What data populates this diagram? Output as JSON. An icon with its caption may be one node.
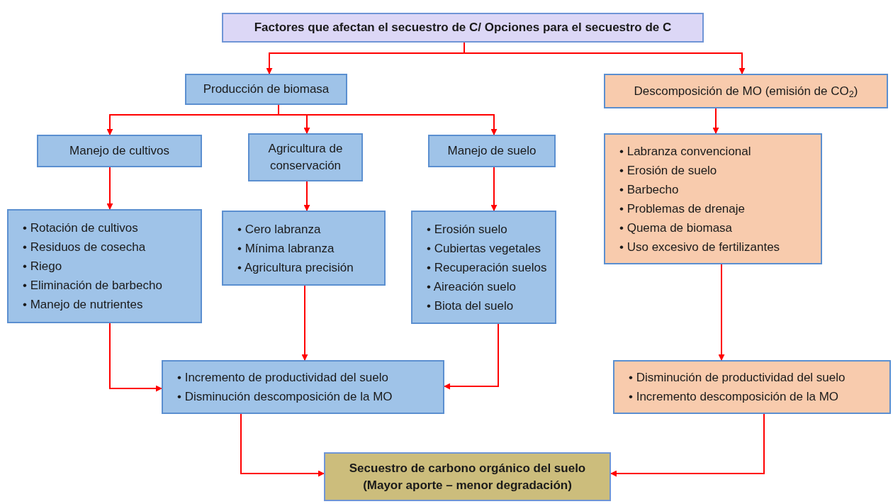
{
  "diagram": {
    "nodes": [
      {
        "text": [
          "Factores que afectan el secuestro de C/ Opciones para el secuestro de C"
        ]
      },
      {
        "text": [
          "Producción de biomasa"
        ]
      },
      {
        "text": [
          "Descomposición de MO (emisión de CO$_{2}$)"
        ]
      },
      {
        "text": [
          "Manejo de cultivos"
        ]
      },
      {
        "text": [
          "Agricultura de conservación"
        ]
      },
      {
        "text": [
          "Manejo de suelo"
        ]
      },
      {
        "text": [
          "• Rotación de cultivos",
          "• Residuos de cosecha",
          "• Riego",
          "• Eliminación de barbecho",
          "• Manejo de nutrientes"
        ]
      },
      {
        "text": [
          "• Cero labranza",
          "• Mínima labranza",
          "• Agricultura precisión"
        ]
      },
      {
        "text": [
          "• Erosión suelo",
          "• Cubiertas vegetales",
          "• Recuperación suelos",
          "• Aireación suelo",
          "• Biota del suelo"
        ]
      },
      {
        "text": [
          "• Labranza convencional",
          "• Erosión de suelo",
          "• Barbecho",
          "• Problemas de drenaje",
          "• Quema de biomasa",
          "• Uso excesivo de fertilizantes"
        ]
      },
      {
        "text": [
          "• Incremento de productividad del suelo",
          "• Disminución descomposición de la MO"
        ]
      },
      {
        "text": [
          "• Disminución de productividad del suelo",
          "• Incremento descomposición de la MO"
        ]
      },
      {
        "text": [
          "Secuestro de carbono orgánico del suelo (Mayor aporte – menor degradación)"
        ]
      }
    ],
    "edges": [
      {
        "from": 0,
        "to": 1,
        "arrow": "to"
      },
      {
        "from": 0,
        "to": 2,
        "arrow": "to"
      },
      {
        "from": 1,
        "to": 3,
        "arrow": "to"
      },
      {
        "from": 1,
        "to": 4,
        "arrow": "to"
      },
      {
        "from": 1,
        "to": 5,
        "arrow": "to"
      },
      {
        "from": 2,
        "to": 9,
        "arrow": "to"
      },
      {
        "from": 3,
        "to": 6,
        "arrow": "to"
      },
      {
        "from": 4,
        "to": 7,
        "arrow": "to"
      },
      {
        "from": 5,
        "to": 8,
        "arrow": "to"
      },
      {
        "from": 9,
        "to": 11,
        "arrow": "to"
      },
      {
        "from": 6,
        "to": 10,
        "arrow": "to"
      },
      {
        "from": 7,
        "to": 10,
        "arrow": "to"
      },
      {
        "from": 8,
        "to": 10,
        "arrow": "to"
      },
      {
        "from": 10,
        "to": 12,
        "arrow": "to"
      },
      {
        "from": 11,
        "to": 12,
        "arrow": "to"
      }
    ]
  }
}
